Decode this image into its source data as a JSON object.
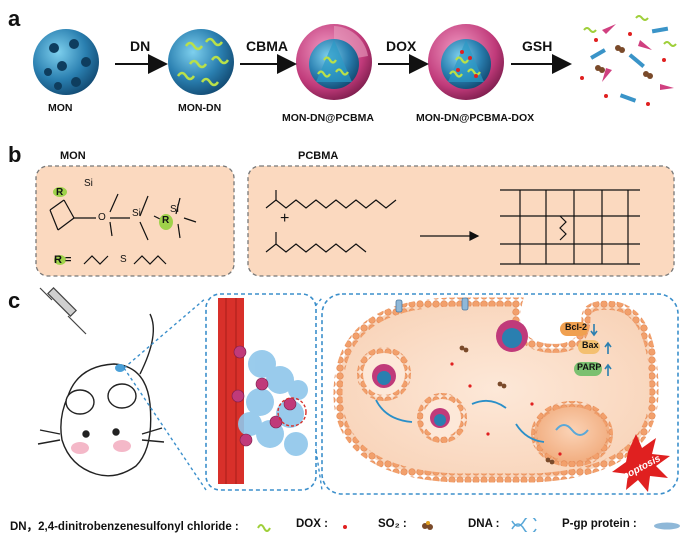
{
  "panels": {
    "a": "a",
    "b": "b",
    "c": "c"
  },
  "flow": {
    "steps": [
      {
        "arrow": "DN"
      },
      {
        "arrow": "CBMA"
      },
      {
        "arrow": "DOX"
      },
      {
        "arrow": "GSH"
      }
    ],
    "captions": [
      "MON",
      "MON-DN",
      "MON-DN@PCBMA",
      "MON-DN@PCBMA-DOX"
    ]
  },
  "structures": {
    "mon_title": "MON",
    "pcbma_title": "PCBMA",
    "si": "Si",
    "o": "O",
    "r": "R",
    "r_def": "R =",
    "s": "S",
    "plus": "+"
  },
  "cell": {
    "bcl2": "Bcl-2",
    "bax": "Bax",
    "parp": "PARP",
    "apoptosis": "Apoptosis"
  },
  "legend": {
    "dn": "DN，2,4-dinitrobenzenesulfonyl chloride :",
    "dox": "DOX :",
    "so2": "SO₂ :",
    "dna": "DNA :",
    "pgp": "P-gp protein :"
  },
  "colors": {
    "sphere": "#2a7fb0",
    "shell": "#c03a7a",
    "panel_fill": "#fbd9bf",
    "membrane": "#f0a070",
    "vessel": "#d8302a",
    "dash": "#3b8fcb"
  }
}
